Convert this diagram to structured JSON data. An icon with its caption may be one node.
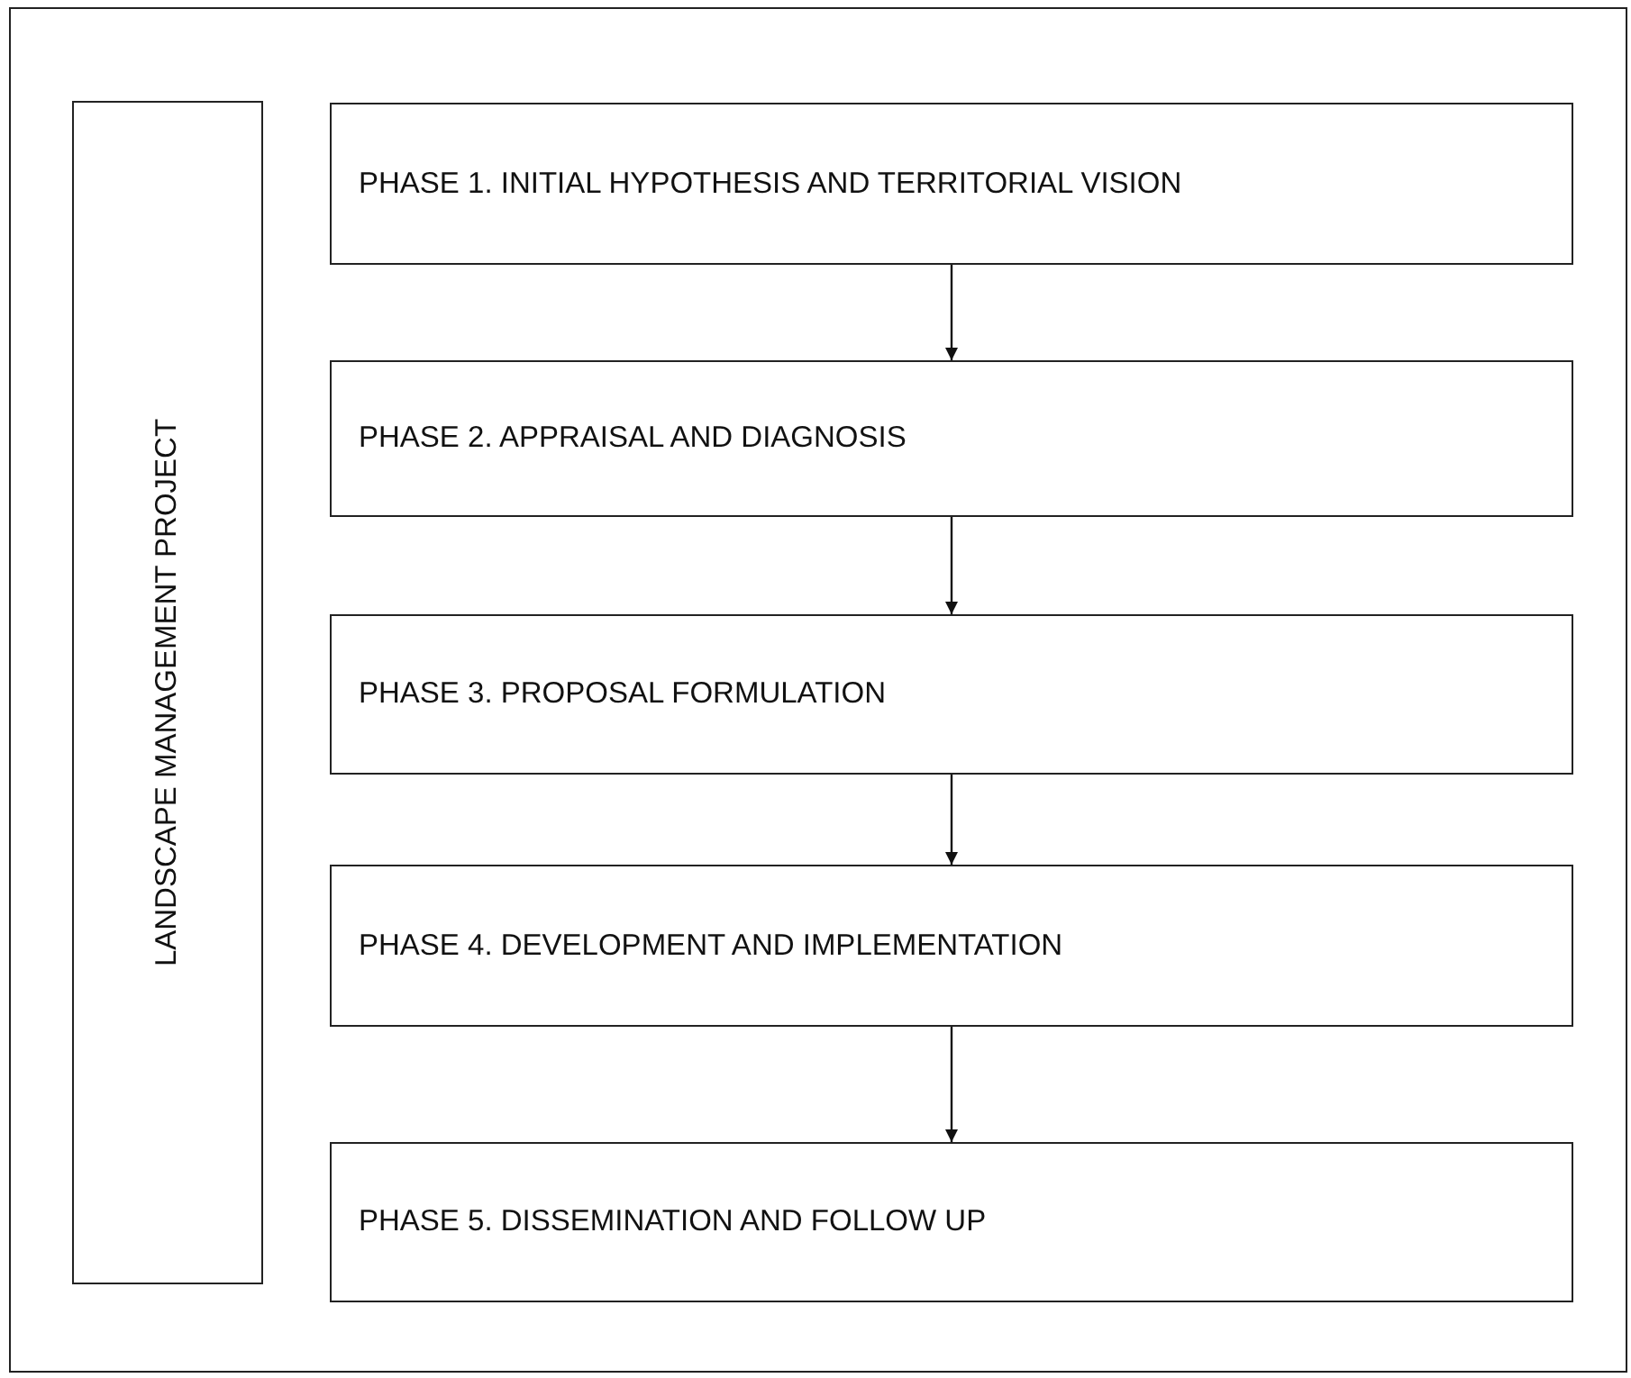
{
  "diagram": {
    "nodes": [
      {
        "text": [
          "LANDSCAPE MANAGEMENT PROJECT"
        ]
      },
      {
        "text": [
          "PHASE 1. INITIAL HYPOTHESIS AND TERRITORIAL VISION"
        ]
      },
      {
        "text": [
          "PHASE 2. APPRAISAL AND DIAGNOSIS"
        ]
      },
      {
        "text": [
          "PHASE 3. PROPOSAL FORMULATION"
        ]
      },
      {
        "text": [
          "PHASE 4. DEVELOPMENT AND IMPLEMENTATION"
        ]
      },
      {
        "text": [
          "PHASE 5. DISSEMINATION AND FOLLOW UP"
        ]
      }
    ],
    "edges": [
      {
        "from": 1,
        "to": 2,
        "arrow": "to"
      },
      {
        "from": 2,
        "to": 3,
        "arrow": "to"
      },
      {
        "from": 3,
        "to": 4,
        "arrow": "to"
      },
      {
        "from": 4,
        "to": 5,
        "arrow": "to"
      }
    ]
  }
}
